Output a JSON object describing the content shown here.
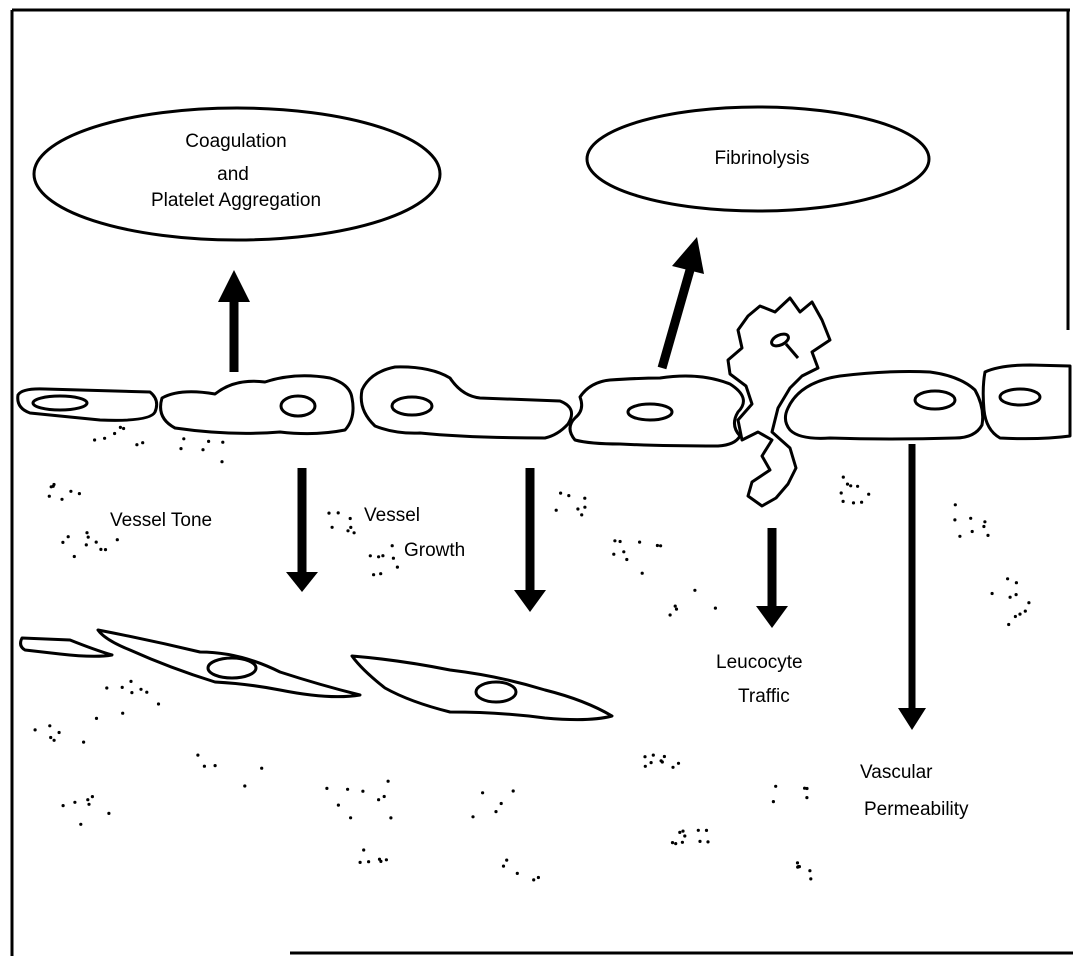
{
  "labels": {
    "coagulation_line1": "Coagulation",
    "coagulation_line2": "and",
    "coagulation_line3": "Platelet Aggregation",
    "fibrinolysis": "Fibrinolysis",
    "vessel_tone": "Vessel Tone",
    "vessel_growth_line1": "Vessel",
    "vessel_growth_line2": "Growth",
    "leucocyte_line1": "Leucocyte",
    "leucocyte_line2": "Traffic",
    "vascular_line1": "Vascular",
    "vascular_line2": "Permeability"
  },
  "colors": {
    "ink": "#000000",
    "background": "#ffffff"
  }
}
